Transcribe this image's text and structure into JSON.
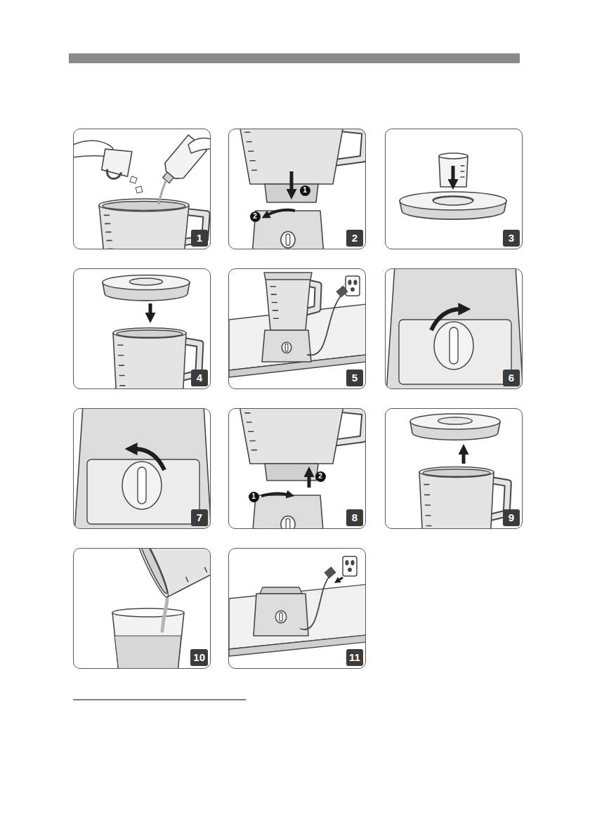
{
  "diagram": {
    "nodes": [
      {
        "text": [
          "1"
        ]
      },
      {
        "text": [
          "2"
        ]
      },
      {
        "text": [
          "1"
        ],
        "in": 1
      },
      {
        "text": [
          "2"
        ],
        "in": 1
      },
      {
        "text": [
          "3"
        ]
      },
      {
        "text": [
          "4"
        ]
      },
      {
        "text": [
          "5"
        ]
      },
      {
        "text": [
          "6"
        ]
      },
      {
        "text": [
          "7"
        ]
      },
      {
        "text": [
          "8"
        ]
      },
      {
        "text": [
          "1"
        ],
        "in": 9
      },
      {
        "text": [
          "2"
        ],
        "in": 9
      },
      {
        "text": [
          "9"
        ]
      },
      {
        "text": [
          "10"
        ]
      },
      {
        "text": [
          "11"
        ]
      }
    ]
  }
}
